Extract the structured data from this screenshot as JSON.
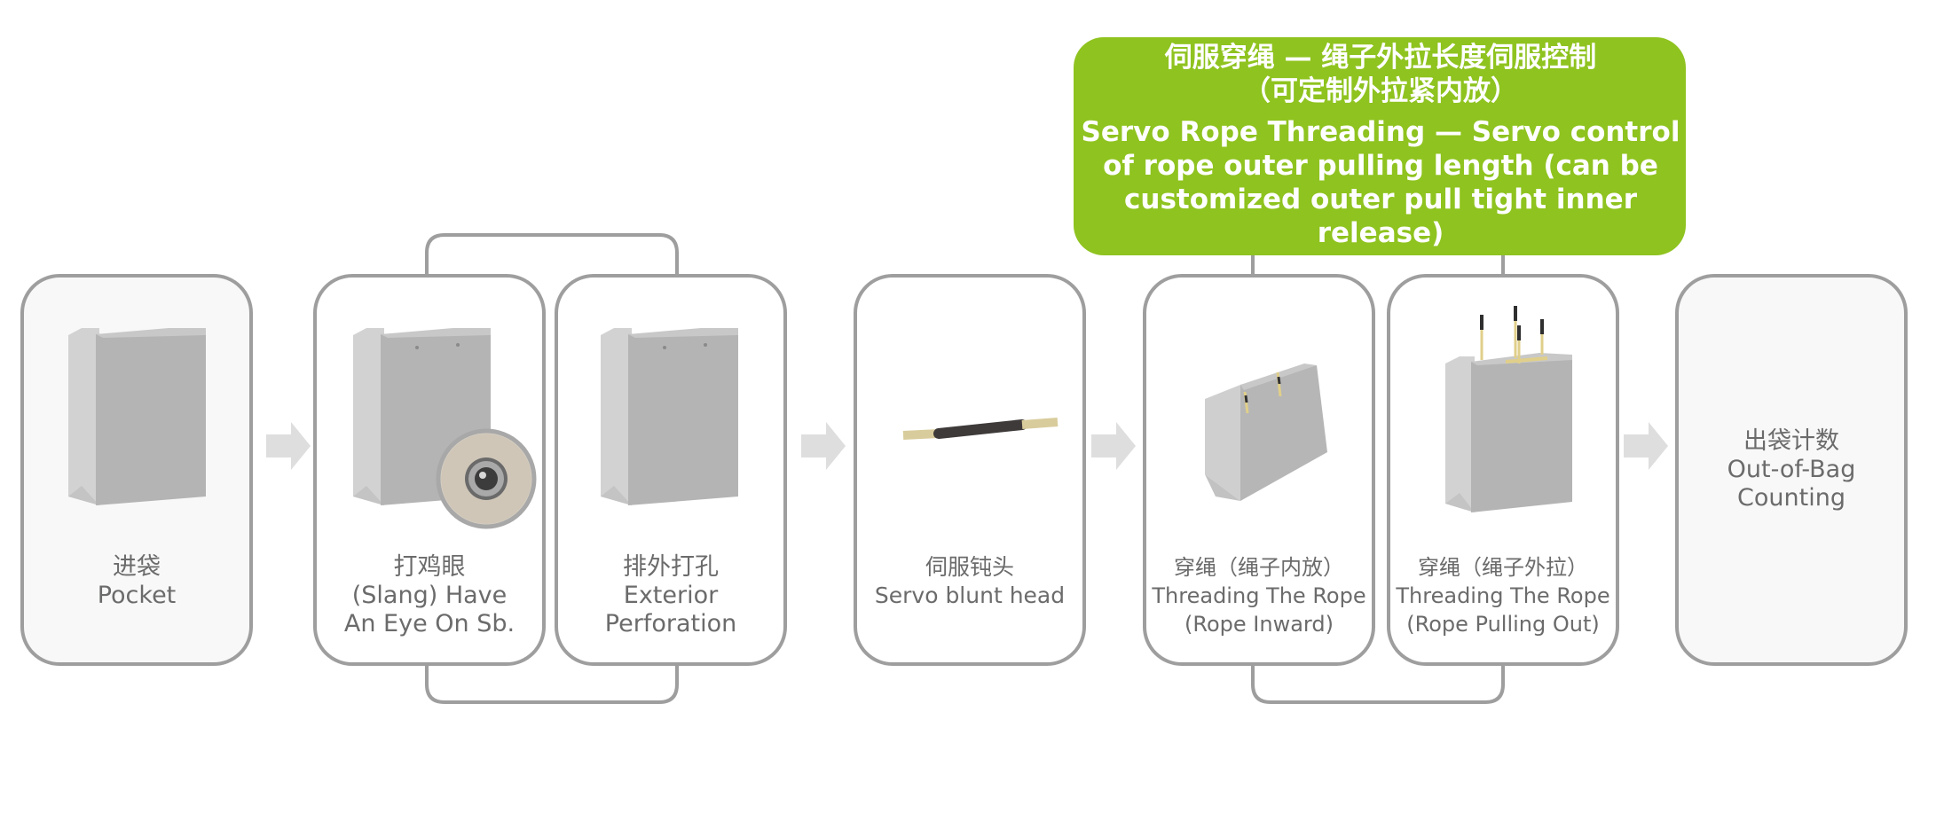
{
  "colors": {
    "callout_fill": "#8fc31f",
    "card_border": "#9e9e9e",
    "bag_face": "#b4b4b4",
    "arrow": "#dedede",
    "text": "#6b6b6b"
  },
  "callout": {
    "cn_line1": "伺服穿绳 — 绳子外拉长度伺服控制",
    "cn_line2": "（可定制外拉紧内放）",
    "en_line1": "Servo Rope Threading — Servo control",
    "en_line2": "of rope outer pulling length (can be",
    "en_line3": "customized outer pull tight inner release)"
  },
  "steps": [
    {
      "id": "pocket",
      "cn": "进袋",
      "en1": "Pocket",
      "en2": ""
    },
    {
      "id": "eyelet",
      "cn": "打鸡眼",
      "en1": "(Slang) Have",
      "en2": "An Eye On Sb."
    },
    {
      "id": "perforation",
      "cn": "排外打孔",
      "en1": "Exterior",
      "en2": "Perforation"
    },
    {
      "id": "blunt-head",
      "cn": "伺服钝头",
      "en1": "Servo blunt head",
      "en2": ""
    },
    {
      "id": "rope-inward",
      "cn": "穿绳（绳子内放）",
      "en1": "Threading The Rope",
      "en2": "(Rope Inward)"
    },
    {
      "id": "rope-out",
      "cn": "穿绳（绳子外拉）",
      "en1": "Threading The Rope",
      "en2": "(Rope Pulling Out)"
    },
    {
      "id": "counting",
      "cn": "出袋计数",
      "en1": "Out-of-Bag",
      "en2": "Counting"
    }
  ]
}
